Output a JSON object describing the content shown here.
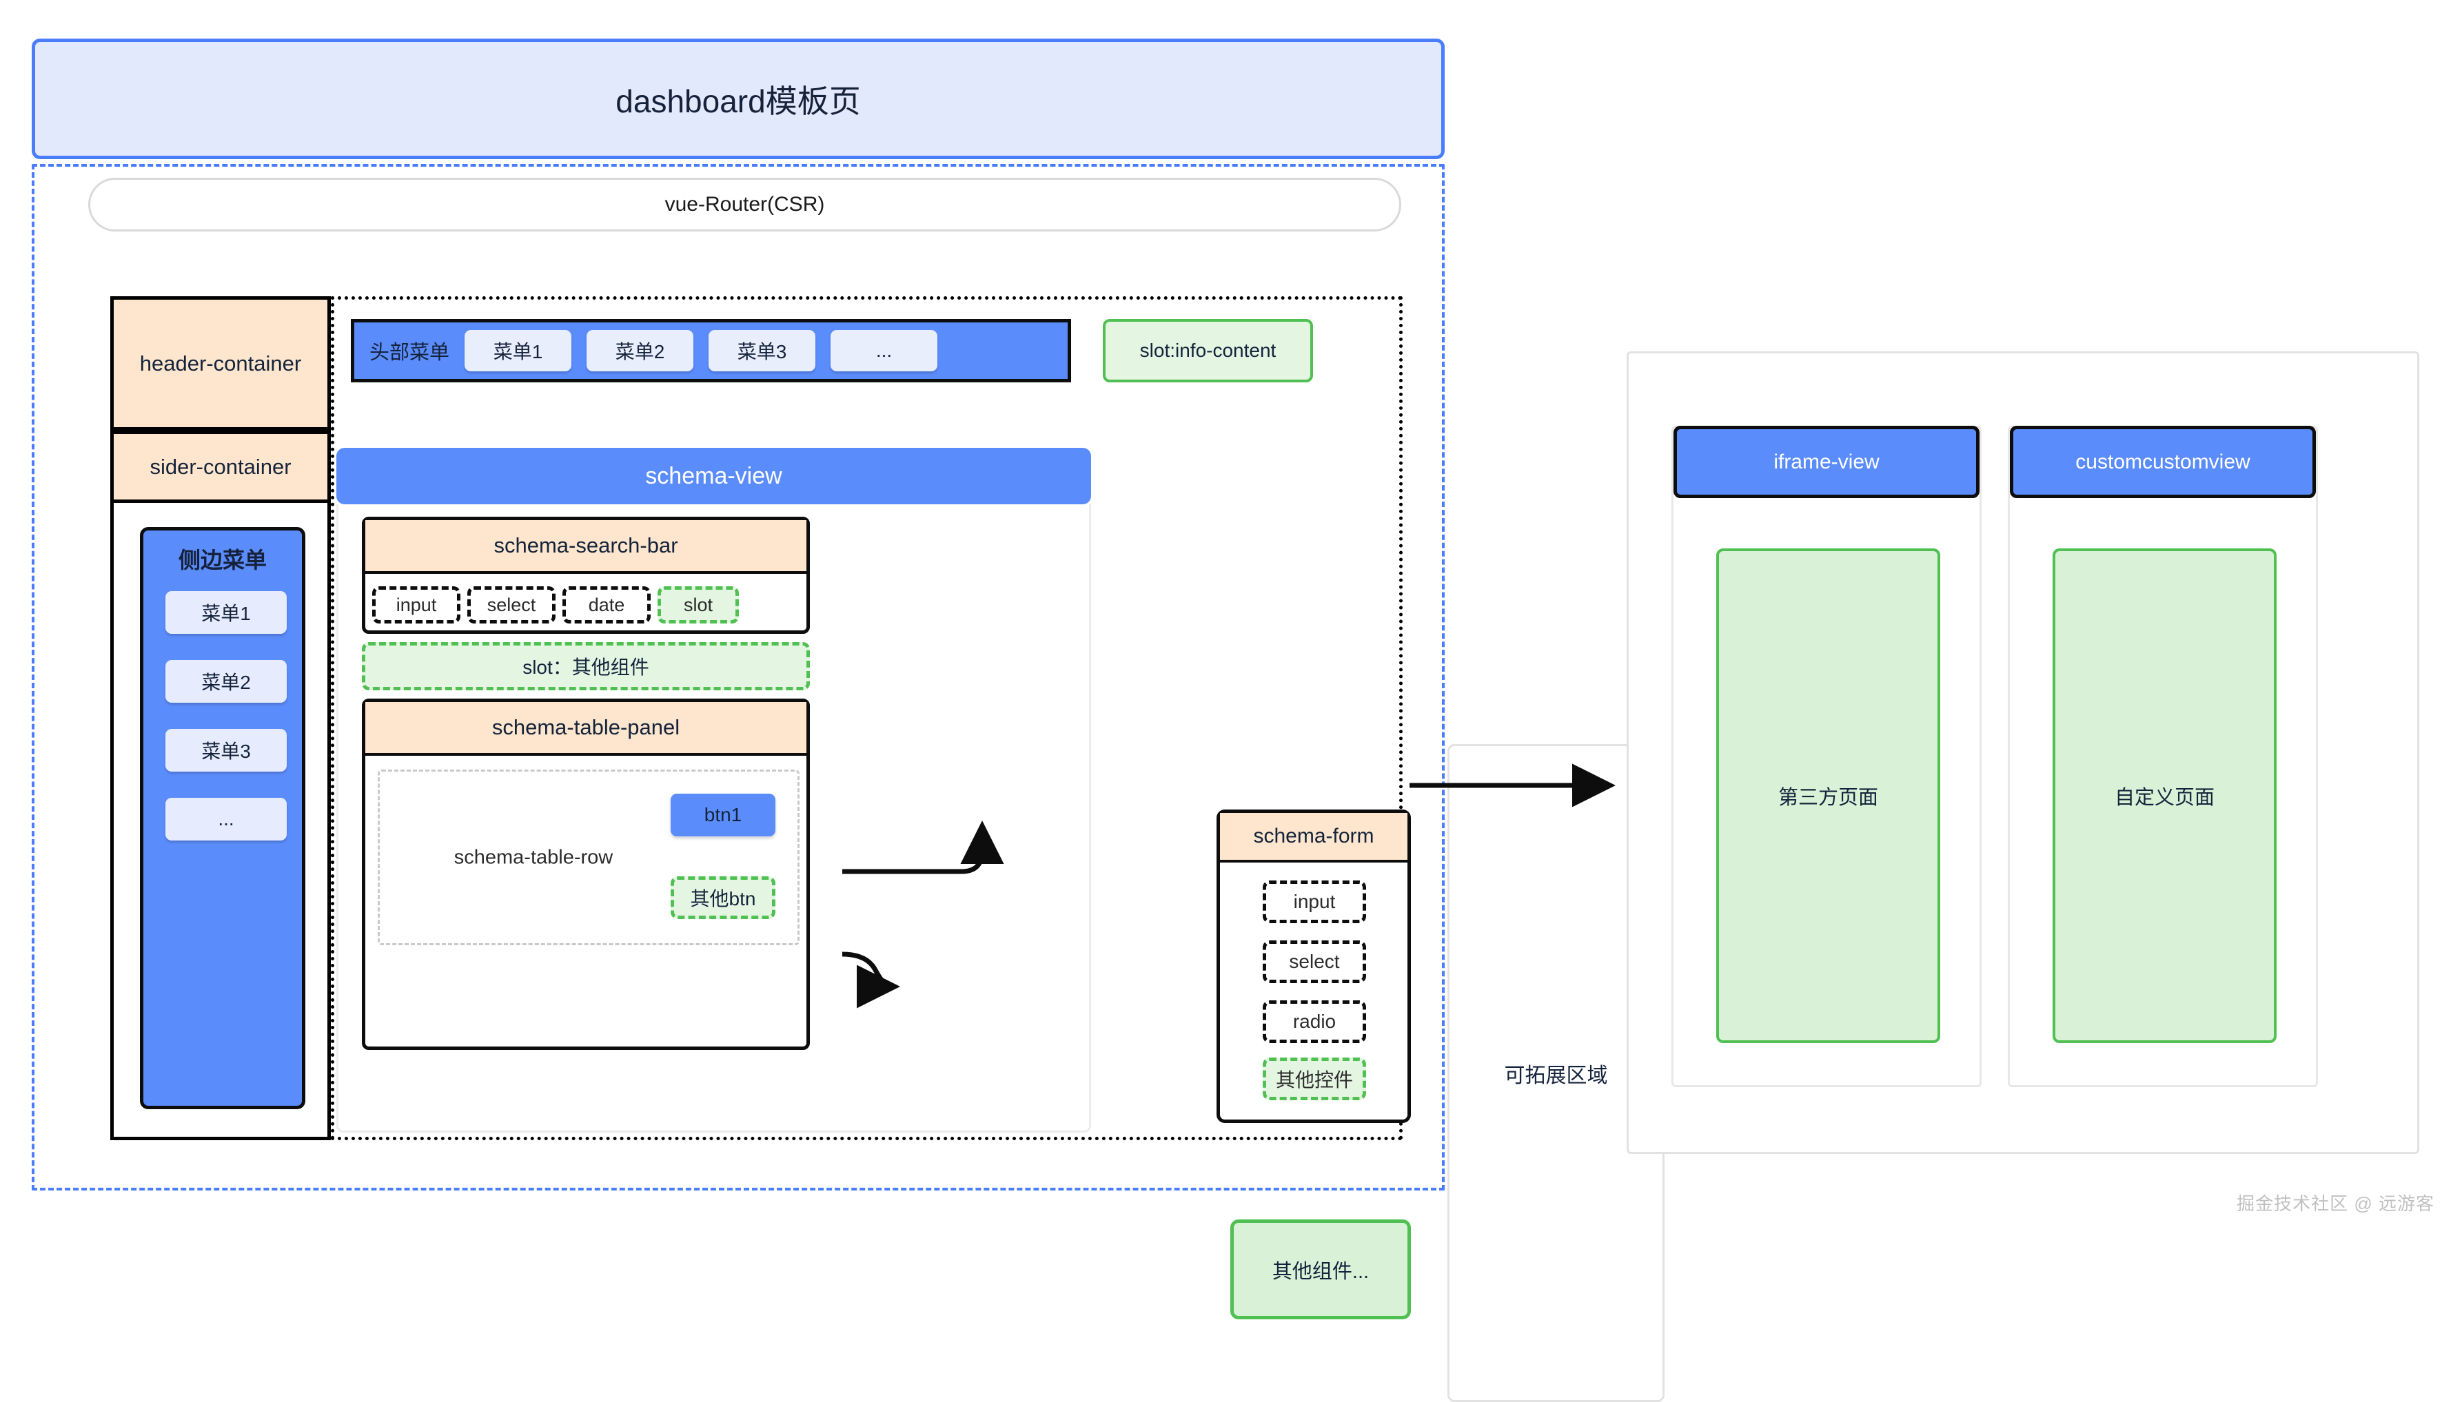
{
  "page": {
    "title": "dashboard模板页",
    "router_label": "vue-Router(CSR)",
    "watermark": "掘金技术社区 @ 远游客"
  },
  "colors": {
    "primary_blue": "#5b8cfc",
    "banner_fill": "#e3e9fd",
    "banner_border": "#4a7dfc",
    "orange_fill": "#fde6cd",
    "green_fill": "#d9f2d7",
    "green_light_fill": "#e4f6e2",
    "green_border": "#4fc051",
    "outline_black": "#0d0d0d",
    "muted_border": "#e2e2e2"
  },
  "layout": {
    "header_container_label": "header-container",
    "sider_container_label": "sider-container"
  },
  "side_menu": {
    "title": "侧边菜单",
    "items": [
      {
        "label": "菜单1"
      },
      {
        "label": "菜单2"
      },
      {
        "label": "菜单3"
      },
      {
        "label": "..."
      }
    ]
  },
  "header_menu": {
    "label": "头部菜单",
    "items": [
      {
        "label": "菜单1"
      },
      {
        "label": "菜单2"
      },
      {
        "label": "菜单3"
      },
      {
        "label": "..."
      }
    ],
    "slot_info_content": "slot:info-content"
  },
  "schema_view": {
    "title": "schema-view",
    "search_bar": {
      "title": "schema-search-bar",
      "controls": [
        {
          "label": "input",
          "style": "dashed-black"
        },
        {
          "label": "select",
          "style": "dashed-black"
        },
        {
          "label": "date",
          "style": "dashed-black"
        },
        {
          "label": "slot",
          "style": "dashed-green"
        }
      ]
    },
    "slot_other_components": "slot：其他组件",
    "table_panel": {
      "title": "schema-table-panel",
      "row_label": "schema-table-row",
      "buttons": [
        {
          "label": "btn1",
          "style": "solid-blue"
        },
        {
          "label": "其他btn",
          "style": "dashed-green"
        }
      ]
    }
  },
  "schema_form": {
    "title": "schema-form",
    "fields": [
      {
        "label": "input",
        "style": "dashed-black"
      },
      {
        "label": "select",
        "style": "dashed-black"
      },
      {
        "label": "radio",
        "style": "dashed-black"
      },
      {
        "label": "其他控件",
        "style": "dashed-green"
      }
    ]
  },
  "other_components_box": "其他组件...",
  "expandable_area": "可拓展区域",
  "right_panel": {
    "views": [
      {
        "header": "iframe-view",
        "body": "第三方页面"
      },
      {
        "header": "customcustomview",
        "body": "自定义页面"
      }
    ]
  }
}
